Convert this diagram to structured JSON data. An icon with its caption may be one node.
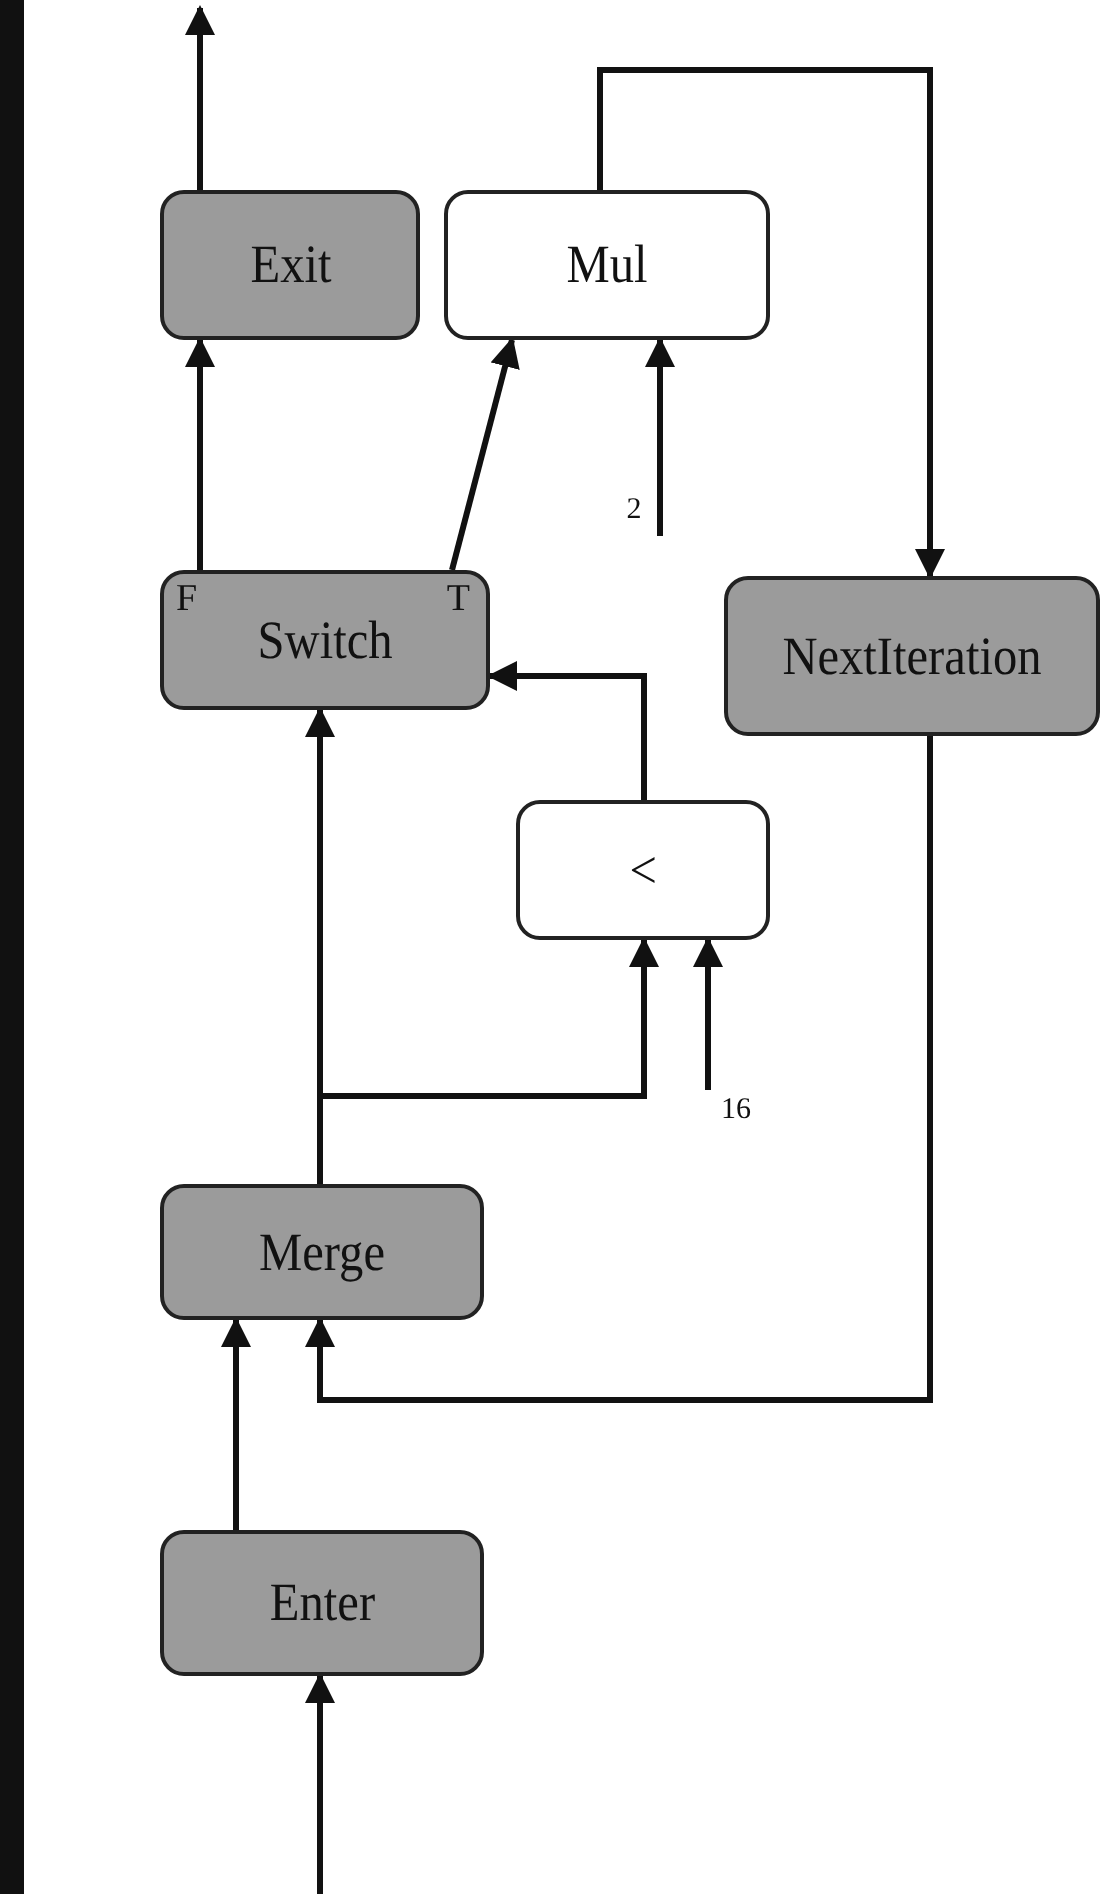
{
  "diagram": {
    "nodes": [
      {
        "text": [
          "Exit"
        ]
      },
      {
        "text": [
          "Mul"
        ]
      },
      {
        "text": [
          "NextIteration"
        ]
      },
      {
        "text": [
          "F",
          "Switch",
          "T"
        ]
      },
      {
        "text": [
          "2"
        ]
      },
      {
        "text": [
          "<"
        ]
      },
      {
        "text": [
          "16"
        ]
      },
      {
        "text": [
          "Merge"
        ]
      },
      {
        "text": [
          "Enter"
        ]
      }
    ],
    "edges": [
      {
        "from": 0,
        "to": null,
        "arrow": "to"
      },
      {
        "from": 3,
        "to": 0,
        "arrow": "to"
      },
      {
        "from": 3,
        "to": 1,
        "arrow": "to"
      },
      {
        "from": 4,
        "to": 1,
        "arrow": "to"
      },
      {
        "from": 1,
        "to": 2,
        "arrow": "to"
      },
      {
        "from": 5,
        "to": 3,
        "arrow": "to"
      },
      {
        "from": 6,
        "to": 5,
        "arrow": "to"
      },
      {
        "from": 7,
        "to": 3,
        "arrow": "to"
      },
      {
        "from": 7,
        "to": 5,
        "arrow": "to"
      },
      {
        "from": 2,
        "to": 7,
        "arrow": "to"
      },
      {
        "from": 8,
        "to": 7,
        "arrow": "to"
      },
      {
        "from": null,
        "to": 8,
        "arrow": "to"
      }
    ]
  }
}
